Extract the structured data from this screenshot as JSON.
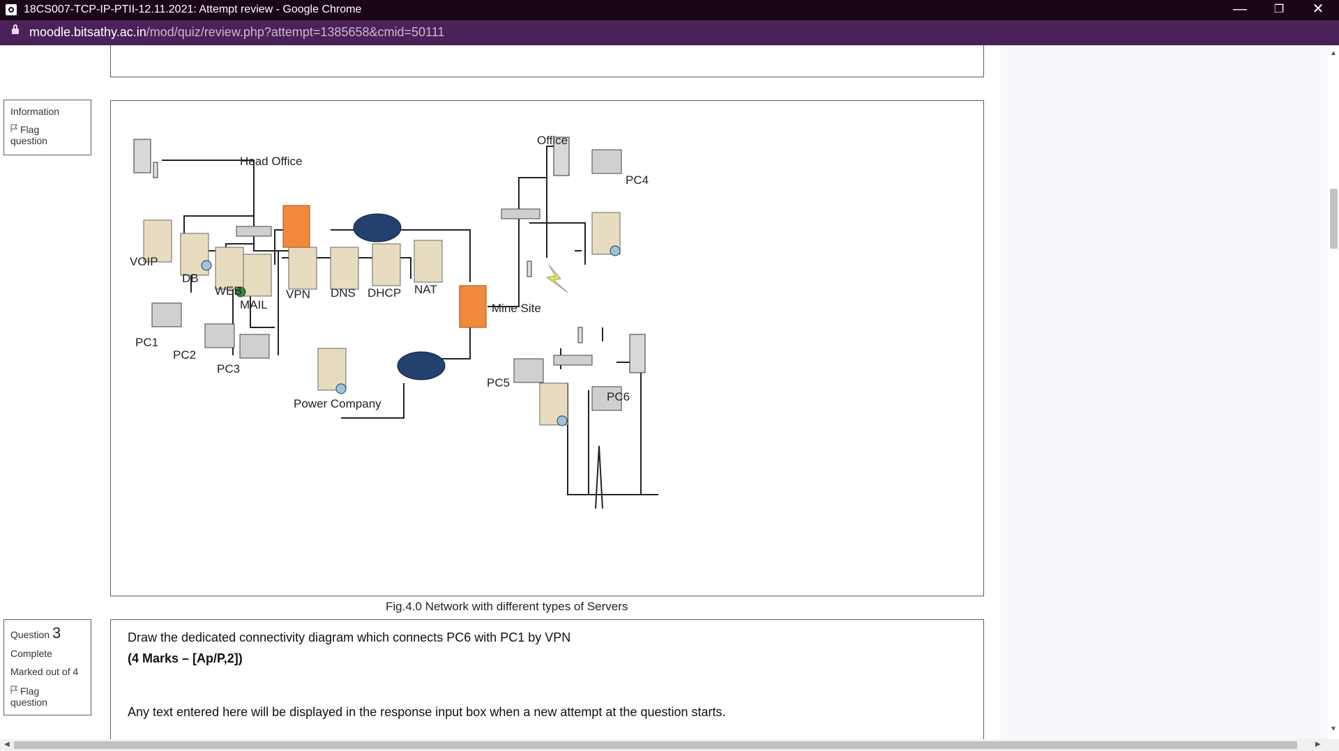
{
  "window": {
    "title": "18CS007-TCP-IP-PTII-12.11.2021: Attempt review - Google Chrome",
    "minimize_glyph": "—",
    "restore_glyph": "❐",
    "close_glyph": "✕"
  },
  "address": {
    "domain": "moodle.bitsathy.ac.in",
    "path": "/mod/quiz/review.php?attempt=1385658&cmid=50111"
  },
  "info_block": {
    "label": "Information",
    "flag_line1": "Flag",
    "flag_line2": "question"
  },
  "figure": {
    "caption": "Fig.4.0 Network with different types of Servers",
    "labels": {
      "head_office": "Head Office",
      "office": "Office",
      "pc4": "PC4",
      "voip": "VOIP",
      "db": "DB",
      "web": "WEB",
      "mail": "MAIL",
      "vpn": "VPN",
      "dns": "DNS",
      "dhcp": "DHCP",
      "nat": "NAT",
      "mine_site": "Mine Site",
      "pc1": "PC1",
      "pc2": "PC2",
      "pc3": "PC3",
      "power_company": "Power Company",
      "pc5": "PC5",
      "pc6": "PC6"
    }
  },
  "question3": {
    "label": "Question",
    "number": "3",
    "status": "Complete",
    "marks": "Marked out of 4",
    "flag_line1": "Flag",
    "flag_line2": "question",
    "text": "Draw the dedicated connectivity diagram which connects PC6 with PC1 by VPN",
    "marks_text": "(4 Marks – [Ap/P,2])",
    "response_note": "Any text entered here will be displayed in the response input box when a new attempt at the question starts."
  },
  "scrollbar_glyphs": {
    "up": "▲",
    "down": "▼",
    "left": "◀",
    "right": "▶"
  },
  "colors": {
    "titlebar": "#1a0616",
    "addressbar": "#4a2158",
    "panel": "#f7f8fb"
  }
}
